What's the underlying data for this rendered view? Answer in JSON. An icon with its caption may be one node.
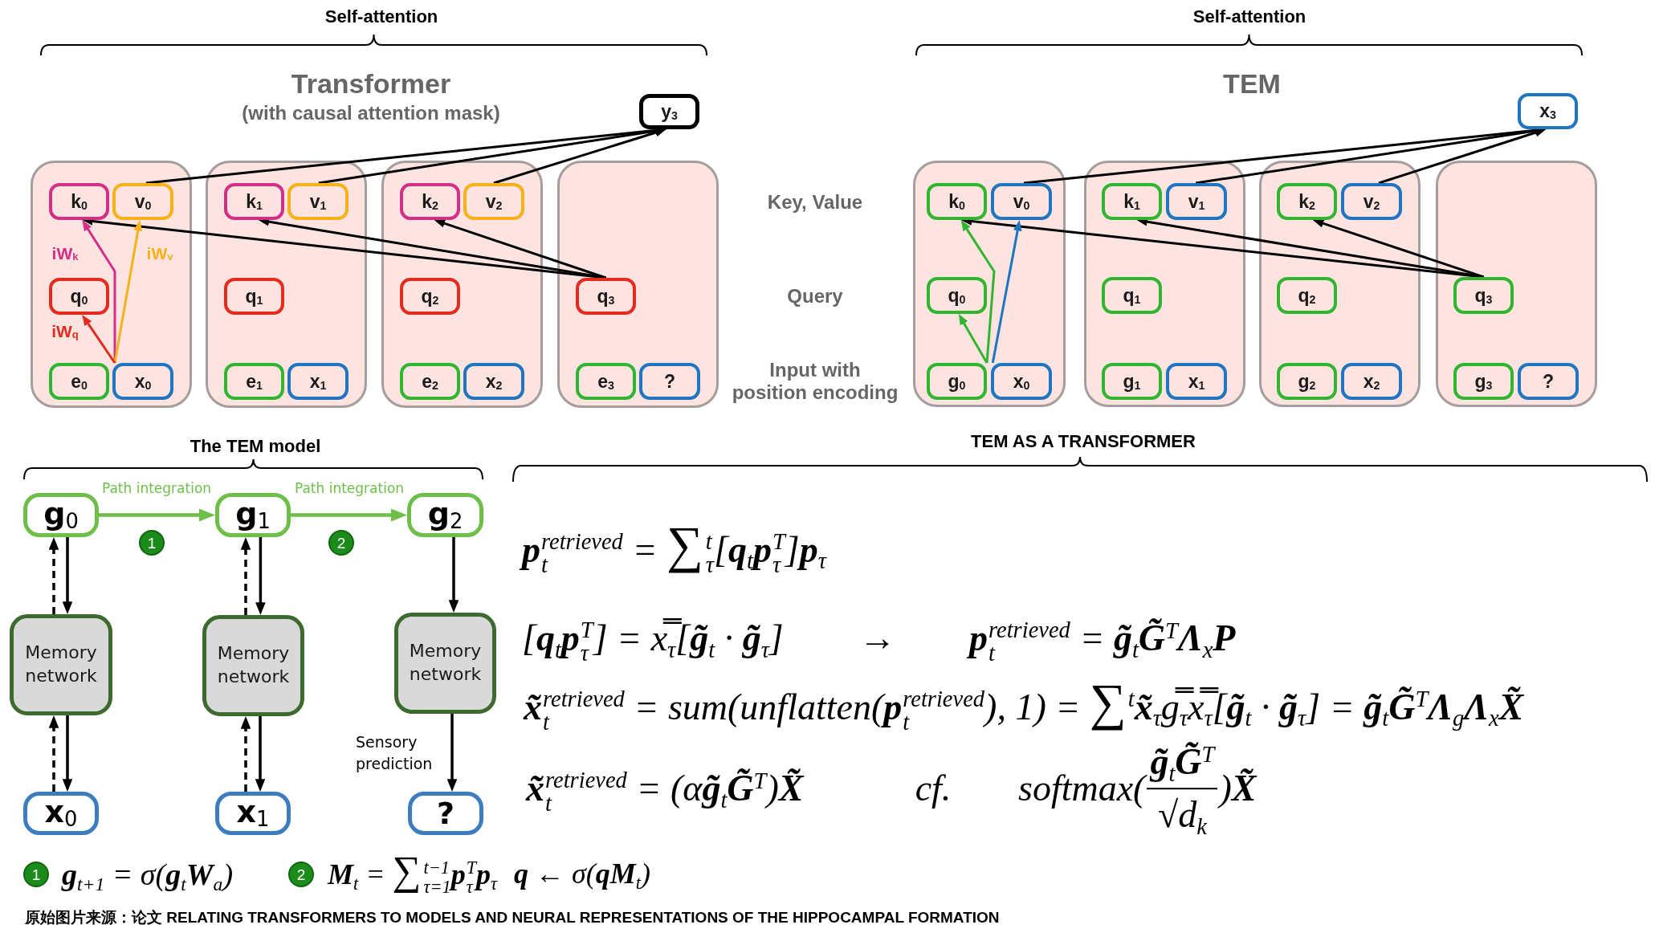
{
  "diagram": {
    "caption": "原始图片来源：论文 RELATING TRANSFORMERS TO MODELS AND NEURAL REPRESENTATIONS OF THE HIPPOCAMPAL FORMATION",
    "nodes": [
      {
        "text": [
          "y$_{3}$"
        ]
      },
      {
        "text": [],
        "shape": "box"
      },
      {
        "text": [
          "k$_{0}$"
        ],
        "in": 1
      },
      {
        "text": [
          "v$_{0}$"
        ],
        "in": 1
      },
      {
        "text": [
          "q$_{0}$"
        ],
        "in": 1
      },
      {
        "text": [
          "e$_{0}$"
        ],
        "in": 1
      },
      {
        "text": [
          "x$_{0}$"
        ],
        "in": 1
      },
      {
        "text": [],
        "shape": "box"
      },
      {
        "text": [
          "k$_{1}$"
        ],
        "in": 7
      },
      {
        "text": [
          "v$_{1}$"
        ],
        "in": 7
      },
      {
        "text": [
          "q$_{1}$"
        ],
        "in": 7
      },
      {
        "text": [
          "e$_{1}$"
        ],
        "in": 7
      },
      {
        "text": [
          "x$_{1}$"
        ],
        "in": 7
      },
      {
        "text": [],
        "shape": "box"
      },
      {
        "text": [
          "k$_{2}$"
        ],
        "in": 13
      },
      {
        "text": [
          "v$_{2}$"
        ],
        "in": 13
      },
      {
        "text": [
          "q$_{2}$"
        ],
        "in": 13
      },
      {
        "text": [
          "e$_{2}$"
        ],
        "in": 13
      },
      {
        "text": [
          "x$_{2}$"
        ],
        "in": 13
      },
      {
        "text": [],
        "shape": "box"
      },
      {
        "text": [
          "q$_{3}$"
        ],
        "in": 19
      },
      {
        "text": [
          "e$_{3}$"
        ],
        "in": 19
      },
      {
        "text": [
          "?"
        ],
        "in": 19
      },
      {
        "text": [
          "x$_{3}$"
        ]
      },
      {
        "text": [],
        "shape": "box"
      },
      {
        "text": [
          "k$_{0}$"
        ],
        "in": 24
      },
      {
        "text": [
          "v$_{0}$"
        ],
        "in": 24
      },
      {
        "text": [
          "q$_{0}$"
        ],
        "in": 24
      },
      {
        "text": [
          "g$_{0}$"
        ],
        "in": 24
      },
      {
        "text": [
          "x$_{0}$"
        ],
        "in": 24
      },
      {
        "text": [],
        "shape": "box"
      },
      {
        "text": [
          "k$_{1}$"
        ],
        "in": 30
      },
      {
        "text": [
          "v$_{1}$"
        ],
        "in": 30
      },
      {
        "text": [
          "q$_{1}$"
        ],
        "in": 30
      },
      {
        "text": [
          "g$_{1}$"
        ],
        "in": 30
      },
      {
        "text": [
          "x$_{1}$"
        ],
        "in": 30
      },
      {
        "text": [],
        "shape": "box"
      },
      {
        "text": [
          "k$_{2}$"
        ],
        "in": 36
      },
      {
        "text": [
          "v$_{2}$"
        ],
        "in": 36
      },
      {
        "text": [
          "q$_{2}$"
        ],
        "in": 36
      },
      {
        "text": [
          "g$_{2}$"
        ],
        "in": 36
      },
      {
        "text": [
          "x$_{2}$"
        ],
        "in": 36
      },
      {
        "text": [],
        "shape": "box"
      },
      {
        "text": [
          "q$_{3}$"
        ],
        "in": 42
      },
      {
        "text": [
          "g$_{3}$"
        ],
        "in": 42
      },
      {
        "text": [
          "?"
        ],
        "in": 42
      },
      {
        "text": [
          "g$_{0}$"
        ]
      },
      {
        "text": [
          "g$_{1}$"
        ]
      },
      {
        "text": [
          "g$_{2}$"
        ]
      },
      {
        "text": [
          "Memory network"
        ]
      },
      {
        "text": [
          "Memory network"
        ]
      },
      {
        "text": [
          "Memory network"
        ]
      },
      {
        "text": [
          "x$_{0}$"
        ]
      },
      {
        "text": [
          "x$_{1}$"
        ]
      },
      {
        "text": [
          "?"
        ]
      },
      {
        "text": [
          "1"
        ]
      },
      {
        "text": [
          "2"
        ]
      },
      {
        "text": [
          "1"
        ]
      },
      {
        "text": [
          "2"
        ]
      }
    ],
    "edges": [
      {
        "from": 3,
        "to": 0,
        "arrow": "to"
      },
      {
        "from": 9,
        "to": 0,
        "arrow": "to"
      },
      {
        "from": 15,
        "to": 0,
        "arrow": "to"
      },
      {
        "from": 20,
        "to": 2,
        "arrow": "to"
      },
      {
        "from": 20,
        "to": 8,
        "arrow": "to"
      },
      {
        "from": 20,
        "to": 14,
        "arrow": "to"
      },
      {
        "from": 6,
        "to": 2,
        "arrow": "to",
        "label": "iW$_{k}$",
        "color": "#d42f86"
      },
      {
        "from": 6,
        "to": 3,
        "arrow": "to",
        "label": "iW$_{v}$",
        "color": "#f7b219"
      },
      {
        "from": 6,
        "to": 4,
        "arrow": "to",
        "label": "iW$_{q}$",
        "color": "#e52b1e"
      },
      {
        "from": 26,
        "to": 23,
        "arrow": "to"
      },
      {
        "from": 32,
        "to": 23,
        "arrow": "to"
      },
      {
        "from": 38,
        "to": 23,
        "arrow": "to"
      },
      {
        "from": 43,
        "to": 25,
        "arrow": "to"
      },
      {
        "from": 43,
        "to": 31,
        "arrow": "to"
      },
      {
        "from": 43,
        "to": 37,
        "arrow": "to"
      },
      {
        "from": 28,
        "to": 25,
        "arrow": "to",
        "color": "#31b531"
      },
      {
        "from": 29,
        "to": 26,
        "arrow": "to",
        "color": "#1f75bf"
      },
      {
        "from": 28,
        "to": 27,
        "arrow": "to",
        "color": "#31b531"
      },
      {
        "from": 46,
        "to": 47,
        "arrow": "to",
        "label": "Path integration",
        "color": "#6dbf4a"
      },
      {
        "from": 47,
        "to": 48,
        "arrow": "to",
        "label": "Path integration",
        "color": "#6dbf4a"
      },
      {
        "from": 49,
        "to": 46,
        "arrow": "to",
        "style": "dashed"
      },
      {
        "from": 46,
        "to": 49,
        "arrow": "to"
      },
      {
        "from": 50,
        "to": 47,
        "arrow": "to",
        "style": "dashed"
      },
      {
        "from": 47,
        "to": 50,
        "arrow": "to"
      },
      {
        "from": 48,
        "to": 51,
        "arrow": "to"
      },
      {
        "from": 52,
        "to": 49,
        "arrow": "to",
        "style": "dashed"
      },
      {
        "from": 49,
        "to": 52,
        "arrow": "to"
      },
      {
        "from": 53,
        "to": 50,
        "arrow": "to",
        "style": "dashed"
      },
      {
        "from": 50,
        "to": 53,
        "arrow": "to"
      },
      {
        "from": 51,
        "to": 54,
        "arrow": "to",
        "label": "Sensory prediction"
      }
    ],
    "labels": [
      "Self-attention",
      "Transformer",
      "(with causal attention mask)",
      "Self-attention",
      "TEM",
      "Key, Value",
      "Query",
      "Input with position encoding",
      "The TEM model",
      "TEM AS A TRANSFORMER",
      "**p**$_{t}$$^{retrieved}$ = ∑$_{τ}$$^{t}$[**q**$_{t}$**p**$_{τ}$$^{T}$]**p**$_{τ}$",
      "[**q**$_{t}$**p**$_{τ}$$^{T}$] = x̿$_{τ}$[**g̃**$_{t}$ · **g̃**$_{τ}$]",
      "→",
      "**p**$_{t}$$^{retrieved}$ = **g̃**$_{t}$**G̃**$^{T}$**Λ**$_{x}$**P**",
      "**x̃**$_{t}$$^{retrieved}$ = sum(unflatten(**p**$_{t}$$^{retrieved}$), 1) = ∑$^{t}$**x̃**$_{τ}$g̿$_{τ}$x̿$_{τ}$[**g̃**$_{t}$ · **g̃**$_{τ}$] = **g̃**$_{t}$**G̃**$^{T}$**Λ**$_{g}$**Λ**$_{x}$**X̃**",
      "**x̃**$_{t}$$^{retrieved}$ = (α**g̃**$_{t}$**G̃**$^{T}$)**X̃**",
      "cf.",
      "softmax(",
      "**g̃**$_{t}$**G̃**$^{T}$",
      "√d$_{k}$",
      ")**X̃**",
      "**g**$_{t+1}$ = σ(**g**$_{t}$**W**$_{a}$)",
      "**M**$_{t}$ = ∑$_{τ=1}$$^{t−1}$**p**$_{τ}$$^{T}$**p**$_{τ}$",
      "**q** ← σ(**qM**$_{t}$)"
    ]
  }
}
